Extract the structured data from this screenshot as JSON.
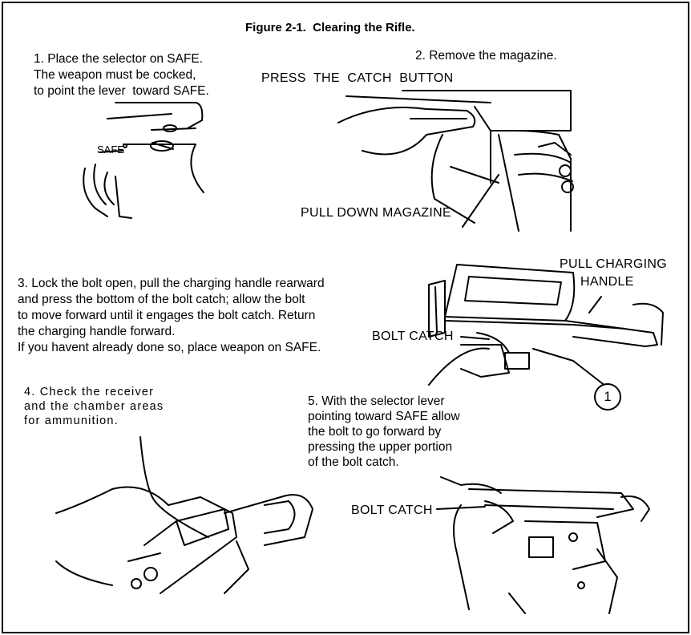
{
  "figure": {
    "title": "Figure 2-1.  Clearing the Rifle."
  },
  "steps": [
    {
      "lines": [
        "1. Place the selector on SAFE.",
        "The weapon must be cocked,",
        "to point the lever  toward SAFE."
      ]
    },
    {
      "lines": [
        "2. Remove the magazine."
      ]
    },
    {
      "lines": [
        "3. Lock the bolt open, pull the charging handle rearward",
        "and press the bottom of the bolt catch; allow the bolt",
        "to move forward until it engages the bolt catch. Return",
        "the charging handle forward.",
        "If you havent already done so, place weapon on SAFE."
      ]
    },
    {
      "lines": [
        "4. Check the receiver",
        "and the chamber areas",
        "for ammunition."
      ]
    },
    {
      "lines": [
        "5. With the selector lever",
        "pointing toward SAFE allow",
        "the bolt to go forward by",
        "pressing the upper portion",
        "of the bolt catch."
      ]
    }
  ],
  "labels": {
    "safe": "SAFE",
    "press_catch": "PRESS  THE  CATCH  BUTTON",
    "pull_magazine": "PULL DOWN MAGAZINE",
    "pull_charging_1": "PULL CHARGING",
    "pull_charging_2": "HANDLE",
    "bolt_catch_3": "BOLT CATCH",
    "bolt_catch_5": "BOLT CATCH",
    "callout": "1"
  }
}
